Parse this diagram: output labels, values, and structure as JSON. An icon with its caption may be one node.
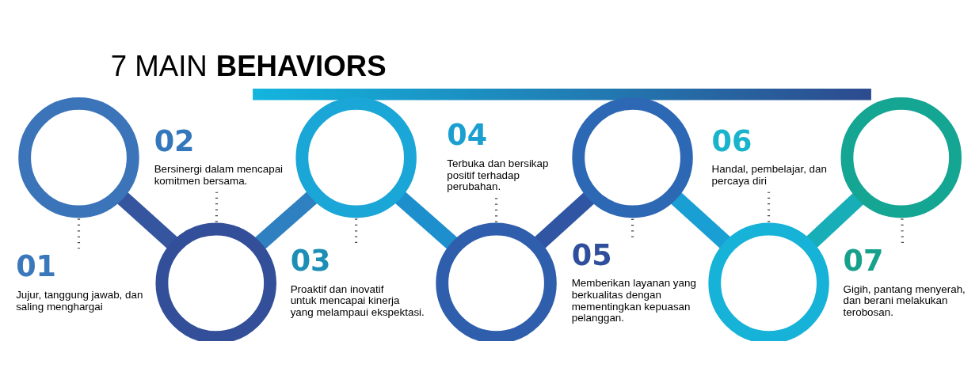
{
  "diagram": {
    "title": "7 MAIN **BEHAVIORS**",
    "nodes": [
      {
        "text": [],
        "shape": "circle"
      },
      {
        "text": [],
        "shape": "circle"
      },
      {
        "text": [],
        "shape": "circle"
      },
      {
        "text": [],
        "shape": "circle"
      },
      {
        "text": [],
        "shape": "circle"
      },
      {
        "text": [],
        "shape": "circle"
      },
      {
        "text": [],
        "shape": "circle"
      },
      {
        "text": [
          "01",
          "Jujur, tanggung jawab, dan saling menghargai"
        ]
      },
      {
        "text": [
          "02",
          "Bersinergi dalam mencapai komitmen bersama."
        ]
      },
      {
        "text": [
          "03",
          "Proaktif dan inovatif untuk mencapai kinerja yang melampaui ekspektasi."
        ]
      },
      {
        "text": [
          "04",
          "Terbuka dan bersikap positif terhadap perubahan."
        ]
      },
      {
        "text": [
          "05",
          "Memberikan layanan yang berkualitas dengan mementingkan kepuasan pelanggan."
        ]
      },
      {
        "text": [
          "06",
          "Handal, pembelajar, dan percaya diri"
        ]
      },
      {
        "text": [
          "07",
          "Gigih, pantang menyerah, dan berani melakukan terobosan."
        ]
      }
    ],
    "edges": [
      {
        "from": 0,
        "to": 1,
        "arrow": "none",
        "style": "thick",
        "color": "#35559f"
      },
      {
        "from": 1,
        "to": 2,
        "arrow": "none",
        "style": "thick",
        "color": "#2f80c0"
      },
      {
        "from": 2,
        "to": 3,
        "arrow": "none",
        "style": "thick",
        "color": "#1e8fcd"
      },
      {
        "from": 3,
        "to": 4,
        "arrow": "none",
        "style": "thick",
        "color": "#2f55a3"
      },
      {
        "from": 4,
        "to": 5,
        "arrow": "none",
        "style": "thick",
        "color": "#1a9fd4"
      },
      {
        "from": 5,
        "to": 6,
        "arrow": "none",
        "style": "thick",
        "color": "#17aeb8"
      },
      {
        "from": 7,
        "to": 0,
        "arrow": "none",
        "style": "dashed"
      },
      {
        "from": 8,
        "to": 1,
        "arrow": "none",
        "style": "dashed"
      },
      {
        "from": 9,
        "to": 2,
        "arrow": "none",
        "style": "dashed"
      },
      {
        "from": 10,
        "to": 3,
        "arrow": "none",
        "style": "dashed"
      },
      {
        "from": 11,
        "to": 4,
        "arrow": "none",
        "style": "dashed"
      },
      {
        "from": 12,
        "to": 5,
        "arrow": "none",
        "style": "dashed"
      },
      {
        "from": 13,
        "to": 6,
        "arrow": "none",
        "style": "dashed"
      }
    ]
  }
}
